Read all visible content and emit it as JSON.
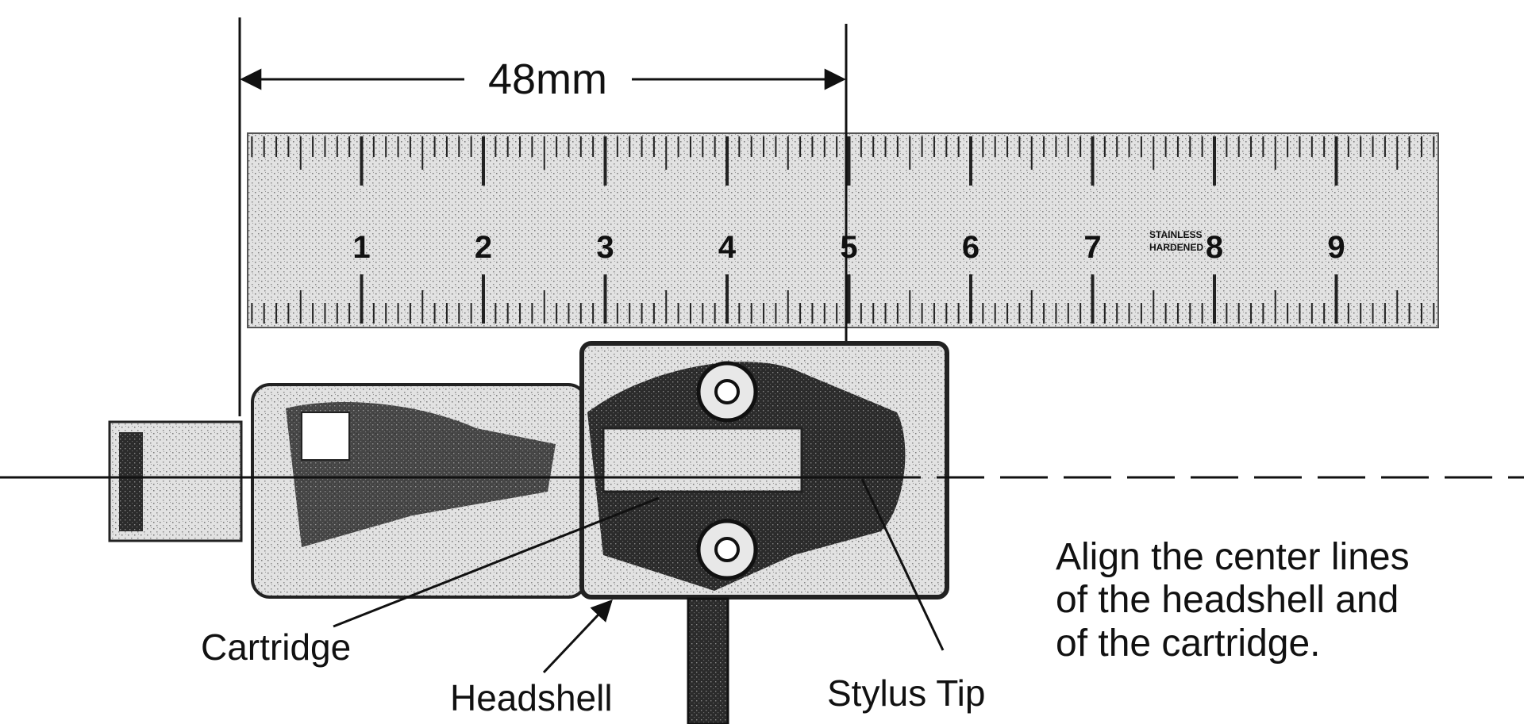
{
  "dimension": {
    "label": "48mm"
  },
  "ruler": {
    "numbers": [
      "1",
      "2",
      "3",
      "4",
      "5",
      "6",
      "7",
      "8",
      "9"
    ],
    "imprint": [
      "STAINLESS",
      "HARDENED"
    ]
  },
  "labels": {
    "cartridge": "Cartridge",
    "headshell": "Headshell",
    "stylus_tip": "Stylus Tip"
  },
  "instruction": [
    "Align the center lines",
    "of the headshell and",
    "of the cartridge."
  ],
  "colors": {
    "ink": "#111111",
    "ruler_bg": "#d9d9d9",
    "paper": "#ffffff"
  }
}
